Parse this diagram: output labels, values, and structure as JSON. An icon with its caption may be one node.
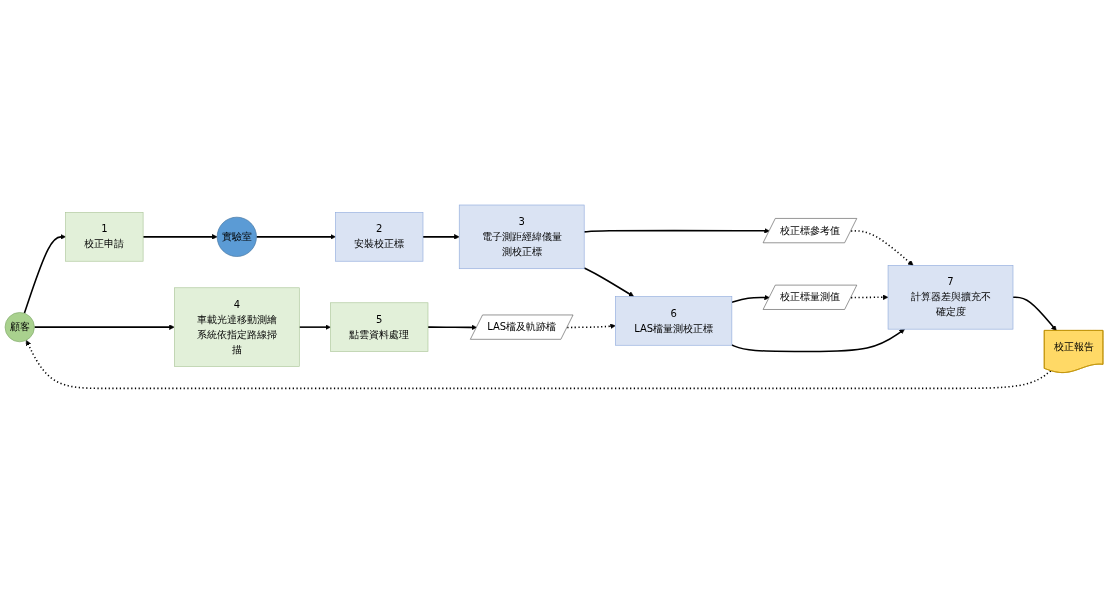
{
  "diagram": {
    "nodes": [
      {
        "text": [
          "顧客"
        ]
      },
      {
        "text": [
          "1",
          "校正申請"
        ]
      },
      {
        "text": [
          "實驗室"
        ]
      },
      {
        "text": [
          "2",
          "安裝校正標"
        ]
      },
      {
        "text": [
          "3",
          "電子測距經緯儀量測校正標"
        ]
      },
      {
        "text": [
          "校正標參考值"
        ]
      },
      {
        "text": [
          "4",
          "車載光達移動測繪系統依指定路線掃描"
        ]
      },
      {
        "text": [
          "5",
          "點雲資料處理"
        ]
      },
      {
        "text": [
          "LAS檔及軌跡檔"
        ]
      },
      {
        "text": [
          "6",
          "LAS檔量測校正標"
        ]
      },
      {
        "text": [
          "校正標量測值"
        ]
      },
      {
        "text": [
          "7",
          "計算器差與擴充不確定度"
        ]
      },
      {
        "text": [
          "校正報告"
        ]
      }
    ],
    "edges": [
      {
        "from": 0,
        "to": 1,
        "arrow": "to"
      },
      {
        "from": 1,
        "to": 2,
        "arrow": "to"
      },
      {
        "from": 2,
        "to": 3,
        "arrow": "to"
      },
      {
        "from": 3,
        "to": 4,
        "arrow": "to"
      },
      {
        "from": 4,
        "to": 5,
        "arrow": "to"
      },
      {
        "from": 5,
        "to": 11,
        "arrow": "to",
        "style": "dashed"
      },
      {
        "from": 0,
        "to": 6,
        "arrow": "to"
      },
      {
        "from": 6,
        "to": 7,
        "arrow": "to"
      },
      {
        "from": 7,
        "to": 8,
        "arrow": "to"
      },
      {
        "from": 8,
        "to": 9,
        "arrow": "to",
        "style": "dashed"
      },
      {
        "from": 4,
        "to": 9,
        "arrow": "to"
      },
      {
        "from": 9,
        "to": 10,
        "arrow": "to"
      },
      {
        "from": 10,
        "to": 11,
        "arrow": "to",
        "style": "dashed"
      },
      {
        "from": 9,
        "to": 11,
        "arrow": "to"
      },
      {
        "from": 11,
        "to": 12,
        "arrow": "to"
      },
      {
        "from": 12,
        "to": 0,
        "arrow": "to",
        "style": "dashed"
      }
    ]
  }
}
